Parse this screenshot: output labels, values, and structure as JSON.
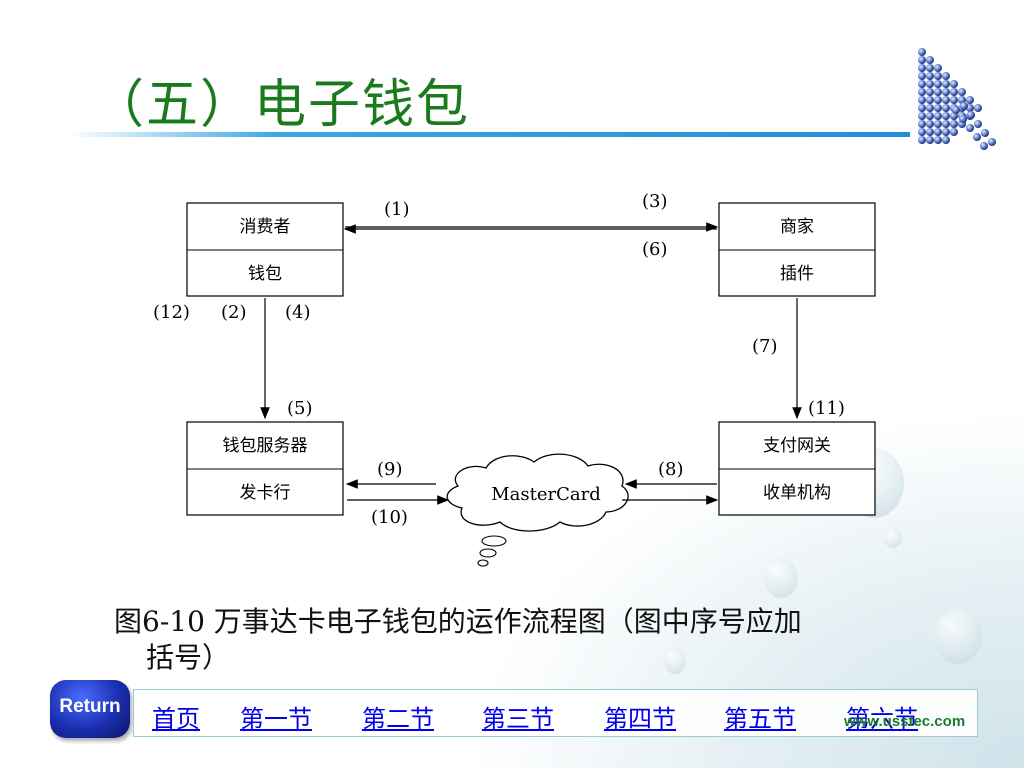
{
  "title": "（五）电子钱包",
  "diagram": {
    "consumer": {
      "top": "消费者",
      "bottom": "钱包"
    },
    "merchant": {
      "top": "商家",
      "bottom": "插件"
    },
    "wallet_server": {
      "top": "钱包服务器",
      "bottom": "发卡行"
    },
    "gateway": {
      "top": "支付网关",
      "bottom": "收单机构"
    },
    "cloud": "MasterCard",
    "labels": {
      "n1": "(1)",
      "n2": "(2)",
      "n3": "(3)",
      "n4": "(4)",
      "n5": "(5)",
      "n6": "(6)",
      "n7": "(7)",
      "n8": "(8)",
      "n9": "(9)",
      "n10": "(10)",
      "n11": "(11)",
      "n12": "(12)"
    }
  },
  "caption": {
    "line1": "图6-10 万事达卡电子钱包的运作流程图（图中序号应加",
    "line2": "括号）"
  },
  "return_label": "Return",
  "nav": [
    "首页",
    "第一节",
    "第二节",
    "第三节",
    "第四节",
    "第五节",
    "第六节"
  ],
  "site": "www.usstec.com",
  "colors": {
    "title": "#1b7a1b",
    "link": "#0000ee",
    "rule": "#1f8fd8"
  }
}
